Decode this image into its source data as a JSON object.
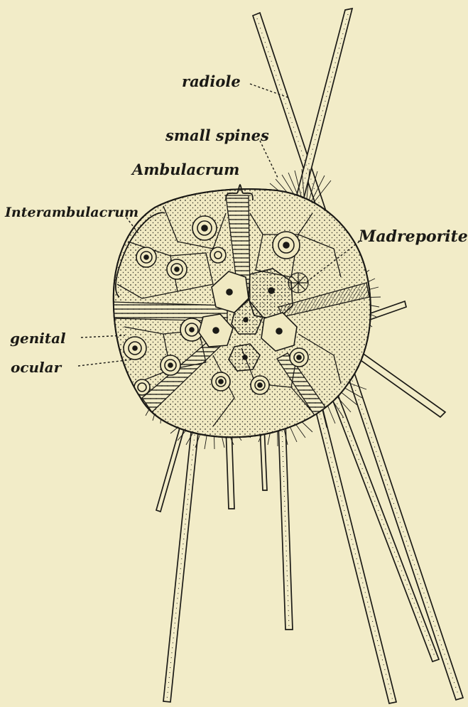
{
  "labels": {
    "radiole": "radiole",
    "small_spines": "small spines",
    "ambulacrum": "Ambulacrum",
    "interambulacrum": "Interambulacrum",
    "madreporite": "Madreporite",
    "genital": "genital",
    "ocular": "ocular"
  },
  "colors": {
    "paper": "#f2ecc8",
    "ink": "#1b1a16"
  }
}
